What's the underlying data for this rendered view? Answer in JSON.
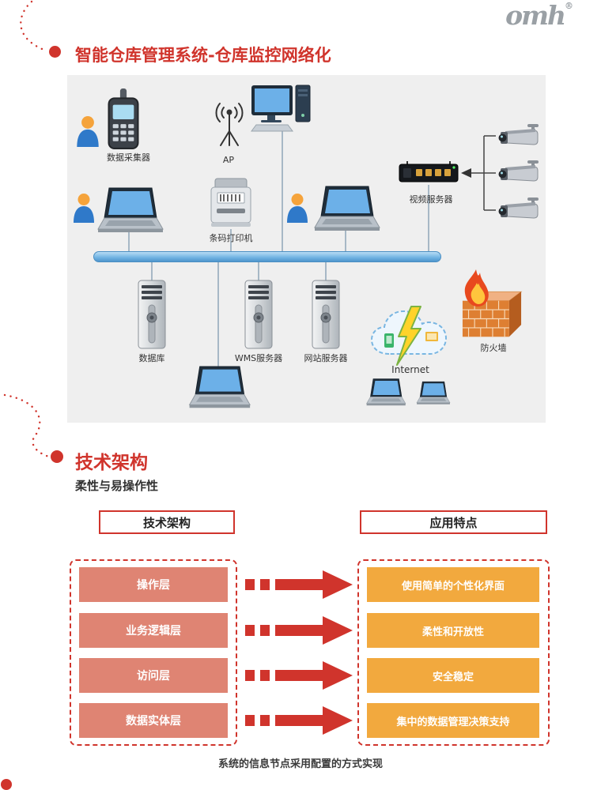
{
  "logo": {
    "text": "omh",
    "reg": "®"
  },
  "section_network": {
    "title": "智能仓库管理系统-仓库监控网络化",
    "labels": {
      "data_collector": "数据采集器",
      "ap": "AP",
      "video_server": "视频服务器",
      "barcode_printer": "条码打印机",
      "database": "数据库",
      "wms_server": "WMS服务器",
      "web_server": "网站服务器",
      "internet": "Internet",
      "firewall": "防火墙"
    }
  },
  "section_architecture": {
    "title": "技术架构",
    "subtitle": "柔性与易操作性",
    "left_header": "技术架构",
    "right_header": "应用特点",
    "layers": [
      "操作层",
      "业务逻辑层",
      "访问层",
      "数据实体层"
    ],
    "features": [
      "使用简单的个性化界面",
      "柔性和开放性",
      "安全稳定",
      "集中的数据管理决策支持"
    ],
    "footer": "系统的信息节点采用配置的方式实现"
  },
  "colors": {
    "accent_red": "#d0342c",
    "layer_salmon": "#df8473",
    "feature_orange": "#f2a93e",
    "bus_blue": "#6fb2e2",
    "panel_gray": "#efefef"
  }
}
